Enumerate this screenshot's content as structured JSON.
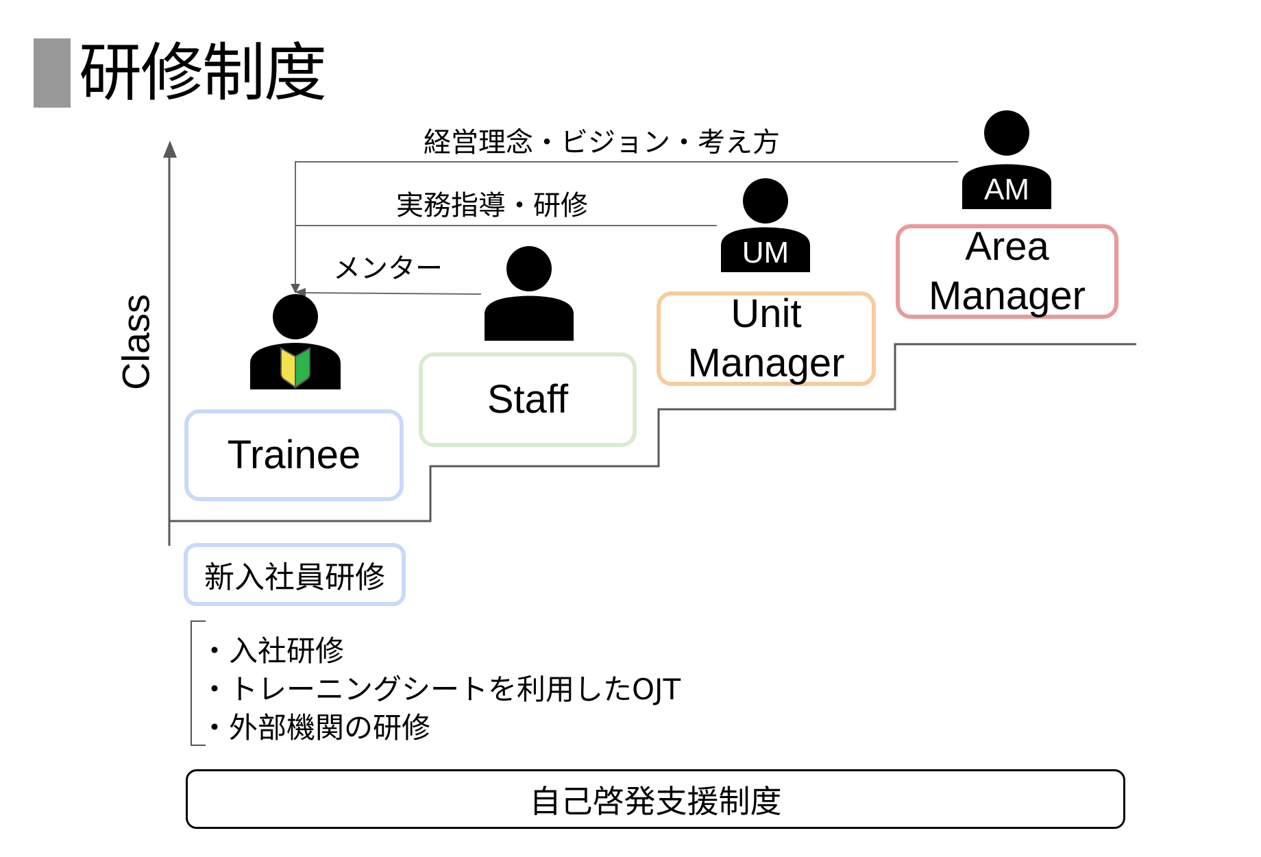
{
  "title": "研修制度",
  "axis": {
    "y_label": "Class"
  },
  "roles": [
    {
      "label": "Trainee",
      "badge": "",
      "icon": "beginner-mark-person-icon",
      "border_color": "#c9daf8"
    },
    {
      "label": "Staff",
      "badge": "",
      "icon": "person-icon",
      "border_color": "#d9ead3"
    },
    {
      "label": "Unit Manager",
      "badge": "UM",
      "icon": "person-icon",
      "border_color": "#f9cb9c"
    },
    {
      "label": "Area Manager",
      "badge": "AM",
      "icon": "person-icon",
      "border_color": "#ea9999"
    }
  ],
  "flows": [
    {
      "from": "Area Manager",
      "to": "Trainee",
      "label": "経営理念・ビジョン・考え方"
    },
    {
      "from": "Unit Manager",
      "to": "Trainee",
      "label": "実務指導・研修"
    },
    {
      "from": "Staff",
      "to": "Trainee",
      "label": "メンター"
    }
  ],
  "new_hire_training": {
    "label": "新入社員研修",
    "items": [
      "・入社研修",
      "・トレーニングシートを利用したOJT",
      "・外部機関の研修"
    ]
  },
  "self_development": {
    "label": "自己啓発支援制度"
  },
  "colors": {
    "title_bar": "#999999",
    "lines": "#595959",
    "beginner_yellow": "#f2e14b",
    "beginner_green": "#2eb24a"
  }
}
